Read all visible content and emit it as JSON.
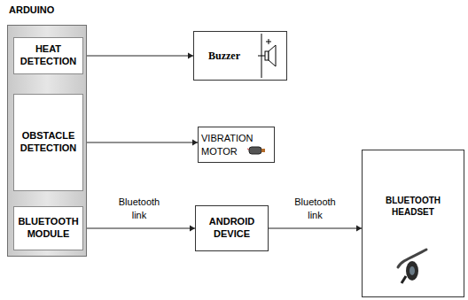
{
  "diagram": {
    "nodes": [
      {
        "text": [
          "ARDUINO"
        ]
      },
      {
        "text": [
          "HEAT DETECTION"
        ],
        "in": 0
      },
      {
        "text": [
          "OBSTACLE DETECTION"
        ],
        "in": 0
      },
      {
        "text": [
          "BLUETOOTH MODULE"
        ],
        "in": 0
      },
      {
        "text": [
          "Buzzer"
        ]
      },
      {
        "text": [
          "VIBRATION MOTOR"
        ]
      },
      {
        "text": [
          "ANDROID DEVICE"
        ]
      },
      {
        "text": [
          "BLUETOOTH HEADSET"
        ]
      }
    ],
    "edges": [
      {
        "from": 1,
        "to": 4,
        "arrow": "to"
      },
      {
        "from": 1,
        "to": 2,
        "arrow": "to"
      },
      {
        "from": 2,
        "to": 5,
        "arrow": "to"
      },
      {
        "from": 2,
        "to": 3,
        "arrow": "to"
      },
      {
        "from": 3,
        "to": 6,
        "label": "Bluetooth link",
        "arrow": "to"
      },
      {
        "from": 6,
        "to": 7,
        "label": "Bluetooth link",
        "arrow": "to"
      }
    ]
  }
}
